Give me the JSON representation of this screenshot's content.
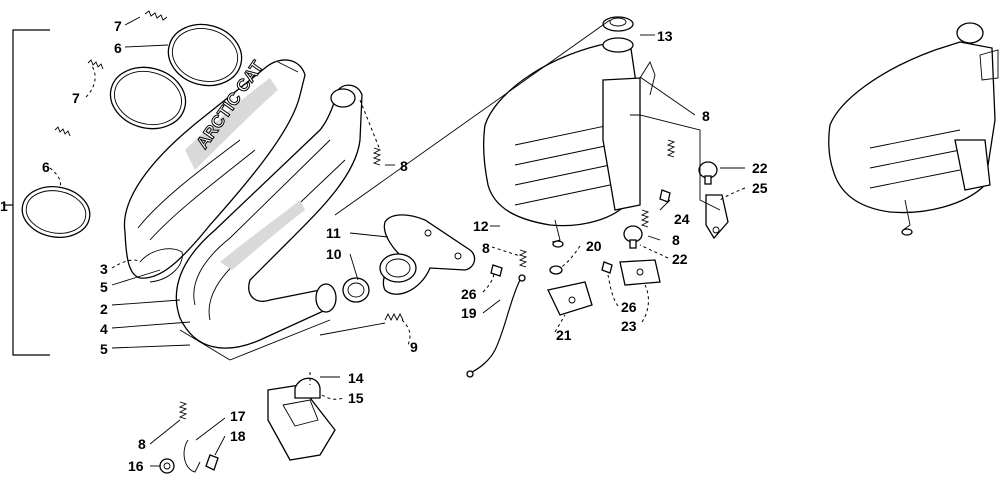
{
  "diagram": {
    "callouts": {
      "c1": "1",
      "c2": "2",
      "c3": "3",
      "c4": "4",
      "c5a": "5",
      "c5b": "5",
      "c6a": "6",
      "c6b": "6",
      "c7a": "7",
      "c7b": "7",
      "c8a": "8",
      "c8b": "8",
      "c8c": "8",
      "c8d": "8",
      "c8e": "8",
      "c9": "9",
      "c10": "10",
      "c11": "11",
      "c12": "12",
      "c13": "13",
      "c14": "14",
      "c15": "15",
      "c16": "16",
      "c17": "17",
      "c18": "18",
      "c19": "19",
      "c20": "20",
      "c21": "21",
      "c22a": "22",
      "c22b": "22",
      "c23": "23",
      "c24": "24",
      "c25": "25",
      "c26a": "26",
      "c26b": "26"
    },
    "logo_text": "ARCTIC CAT"
  }
}
